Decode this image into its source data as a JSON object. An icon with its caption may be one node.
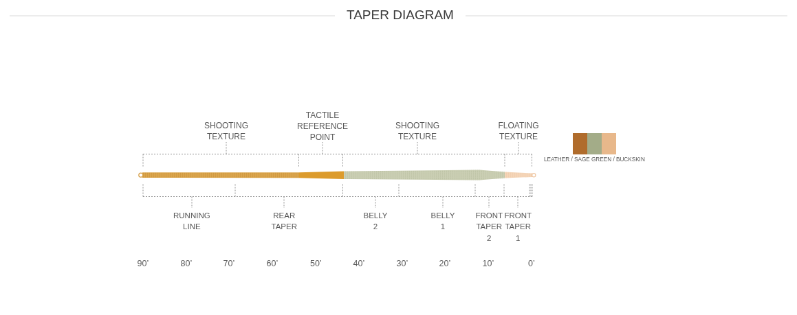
{
  "diagram": {
    "title": "TAPER DIAGRAM",
    "labels": [
      "SHOOTING TEXTURE",
      "TACTILE REFERENCE POINT",
      "SHOOTING TEXTURE",
      "FLOATING TEXTURE",
      "RUNNING LINE",
      "REAR TAPER",
      "BELLY 2",
      "BELLY 1",
      "FRONT TAPER 2",
      "FRONT TAPER 1",
      "90’",
      "80’",
      "70’",
      "60’",
      "50’",
      "40’",
      "30’",
      "20’",
      "10’",
      "0’"
    ],
    "legend": [
      {
        "text": "LEATHER / SAGE GREEN / BUCKSKIN"
      }
    ]
  }
}
